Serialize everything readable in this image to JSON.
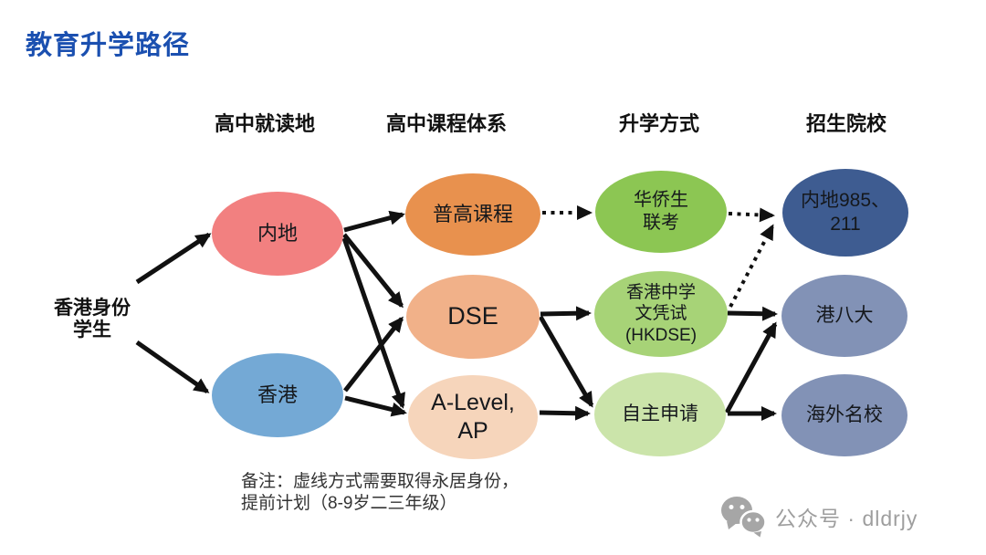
{
  "page": {
    "title": "教育升学路径"
  },
  "columns": [
    {
      "id": "location",
      "label": "高中就读地"
    },
    {
      "id": "curriculum",
      "label": "高中课程体系"
    },
    {
      "id": "pathway",
      "label": "升学方式"
    },
    {
      "id": "institutions",
      "label": "招生院校"
    }
  ],
  "source": {
    "lines": [
      "香港身份",
      "学生"
    ]
  },
  "nodes": [
    {
      "id": "mainland",
      "column": "location",
      "lines": [
        "内地"
      ],
      "color": "#F28080"
    },
    {
      "id": "hongkong",
      "column": "location",
      "lines": [
        "香港"
      ],
      "color": "#74A9D5"
    },
    {
      "id": "putonggao",
      "column": "curriculum",
      "lines": [
        "普高课程"
      ],
      "color": "#E8914E"
    },
    {
      "id": "dse",
      "column": "curriculum",
      "lines": [
        "DSE"
      ],
      "color": "#F1B189"
    },
    {
      "id": "alevel",
      "column": "curriculum",
      "lines": [
        "A-Level,",
        "AP"
      ],
      "color": "#F6D5BB"
    },
    {
      "id": "huaqiaosheng",
      "column": "pathway",
      "lines": [
        "华侨生",
        "联考"
      ],
      "color": "#8CC653"
    },
    {
      "id": "hkdse",
      "column": "pathway",
      "lines": [
        "香港中学",
        "文凭试",
        "(HKDSE)"
      ],
      "color": "#A7D377"
    },
    {
      "id": "zizhu",
      "column": "pathway",
      "lines": [
        "自主申请"
      ],
      "color": "#CBE4AA"
    },
    {
      "id": "m985",
      "column": "institutions",
      "lines": [
        "内地985、",
        "211"
      ],
      "color": "#3E5C91"
    },
    {
      "id": "hk8",
      "column": "institutions",
      "lines": [
        "港八大"
      ],
      "color": "#8292B6"
    },
    {
      "id": "overseas",
      "column": "institutions",
      "lines": [
        "海外名校"
      ],
      "color": "#8292B6"
    }
  ],
  "edges": [
    {
      "from": "student",
      "to": "mainland",
      "style": "solid"
    },
    {
      "from": "student",
      "to": "hongkong",
      "style": "solid"
    },
    {
      "from": "mainland",
      "to": "putonggao",
      "style": "solid"
    },
    {
      "from": "mainland",
      "to": "dse",
      "style": "solid"
    },
    {
      "from": "mainland",
      "to": "alevel",
      "style": "solid"
    },
    {
      "from": "hongkong",
      "to": "dse",
      "style": "solid"
    },
    {
      "from": "hongkong",
      "to": "alevel",
      "style": "solid"
    },
    {
      "from": "putonggao",
      "to": "huaqiaosheng",
      "style": "dotted"
    },
    {
      "from": "dse",
      "to": "hkdse",
      "style": "solid"
    },
    {
      "from": "dse",
      "to": "zizhu",
      "style": "solid"
    },
    {
      "from": "alevel",
      "to": "zizhu",
      "style": "solid"
    },
    {
      "from": "huaqiaosheng",
      "to": "m985",
      "style": "dotted"
    },
    {
      "from": "hkdse",
      "to": "m985",
      "style": "dotted"
    },
    {
      "from": "hkdse",
      "to": "hk8",
      "style": "solid"
    },
    {
      "from": "zizhu",
      "to": "hk8",
      "style": "solid"
    },
    {
      "from": "zizhu",
      "to": "overseas",
      "style": "solid"
    }
  ],
  "note": {
    "lines": [
      "备注：虚线方式需要取得永居身份，",
      "提前计划（8-9岁二三年级）"
    ]
  },
  "footer": {
    "icon": "wechat-icon",
    "text": "公众号 · dldrjy"
  },
  "colors": {
    "title": "#1B50B0",
    "arrow": "#111111",
    "note_text": "#333333",
    "footer_text": "#9E9E9E",
    "background": "#FFFFFF"
  }
}
